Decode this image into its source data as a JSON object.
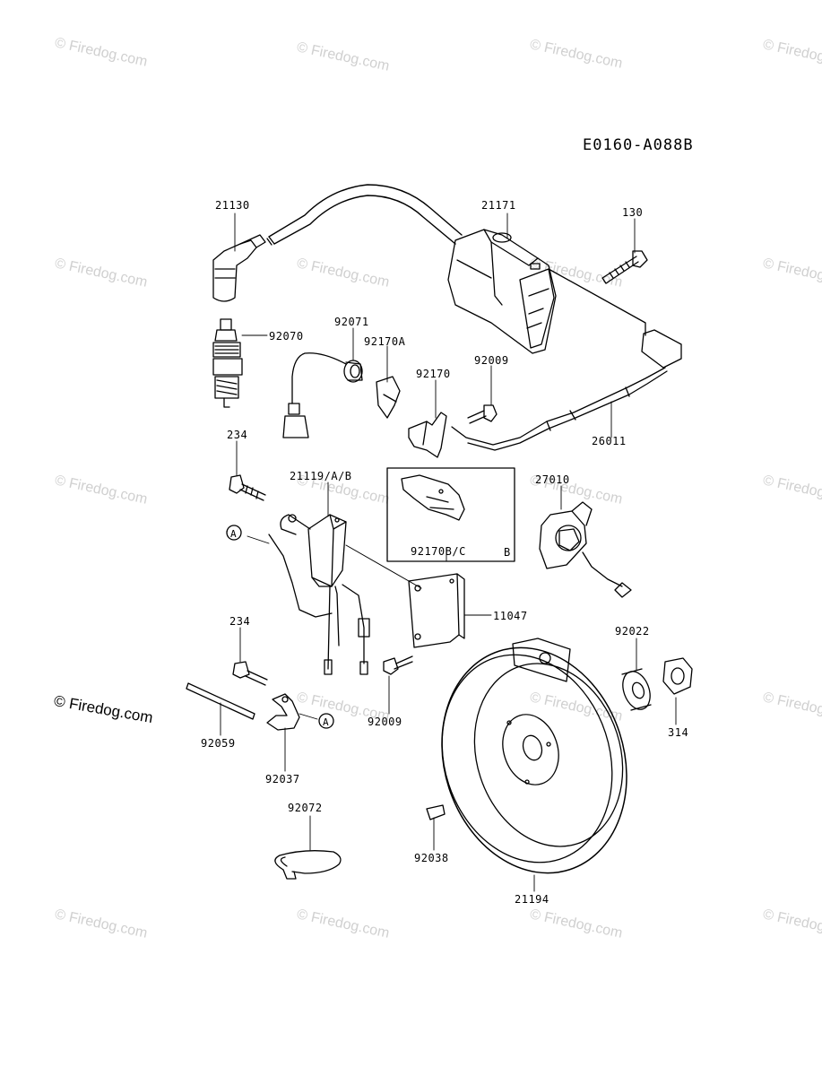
{
  "diagram_code": "E0160-A088B",
  "watermark_text": "© Firedog.com",
  "credit_text": "© Firedog.com",
  "callout_letters": {
    "a1": "A",
    "a2": "A",
    "b": "B"
  },
  "part_numbers": {
    "p21130": "21130",
    "p21171": "21171",
    "p130": "130",
    "p92070": "92070",
    "p92071": "92071",
    "p92170A": "92170A",
    "p92009_top": "92009",
    "p92170": "92170",
    "p26011": "26011",
    "p234_top": "234",
    "p21119": "21119/A/B",
    "p27010": "27010",
    "p92170BC": "92170B/C",
    "p11047": "11047",
    "p234_bottom": "234",
    "p92022": "92022",
    "p92009_bottom": "92009",
    "p314": "314",
    "p92059": "92059",
    "p92037": "92037",
    "p92072": "92072",
    "p92038": "92038",
    "p21194": "21194"
  }
}
